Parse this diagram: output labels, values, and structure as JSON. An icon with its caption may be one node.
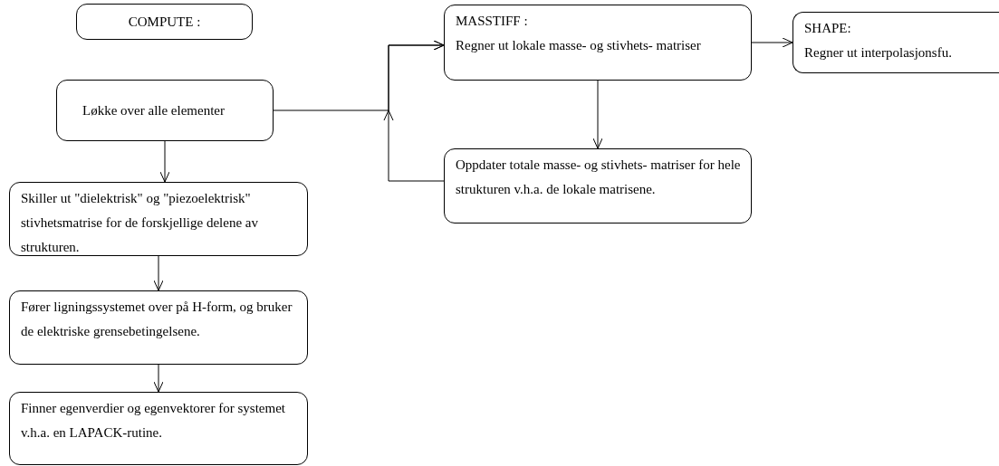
{
  "diagram": {
    "nodes": [
      {
        "text": [
          "COMPUTE :"
        ]
      },
      {
        "text": [
          "Løkke over alle elementer"
        ]
      },
      {
        "text": [
          "MASSTIFF :",
          "Regner ut lokale masse- og stivhets- matriser"
        ]
      },
      {
        "text": [
          "SHAPE:",
          "Regner ut interpolasjonsfu."
        ]
      },
      {
        "text": [
          "Oppdater totale masse- og stivhets- matriser for hele strukturen v.h.a. de lokale matrisene."
        ]
      },
      {
        "text": [
          "Skiller ut \"dielektrisk\" og \"piezoelektrisk\" stivhetsmatrise for de forskjellige delene av strukturen."
        ]
      },
      {
        "text": [
          "Fører ligningssystemet over på H-form, og bruker de elektriske grensebetingelsene."
        ]
      },
      {
        "text": [
          "Finner egenverdier og egenvektorer for systemet v.h.a. en LAPACK-rutine."
        ]
      }
    ],
    "edges": [
      {
        "from": 1,
        "to": 2,
        "arrow": "to"
      },
      {
        "from": 4,
        "to": 2,
        "arrow": "to"
      },
      {
        "from": 2,
        "to": 3,
        "arrow": "to"
      },
      {
        "from": 2,
        "to": 4,
        "arrow": "to"
      },
      {
        "from": 1,
        "to": 5,
        "arrow": "to"
      },
      {
        "from": 5,
        "to": 6,
        "arrow": "to"
      },
      {
        "from": 6,
        "to": 7,
        "arrow": "to"
      }
    ]
  }
}
